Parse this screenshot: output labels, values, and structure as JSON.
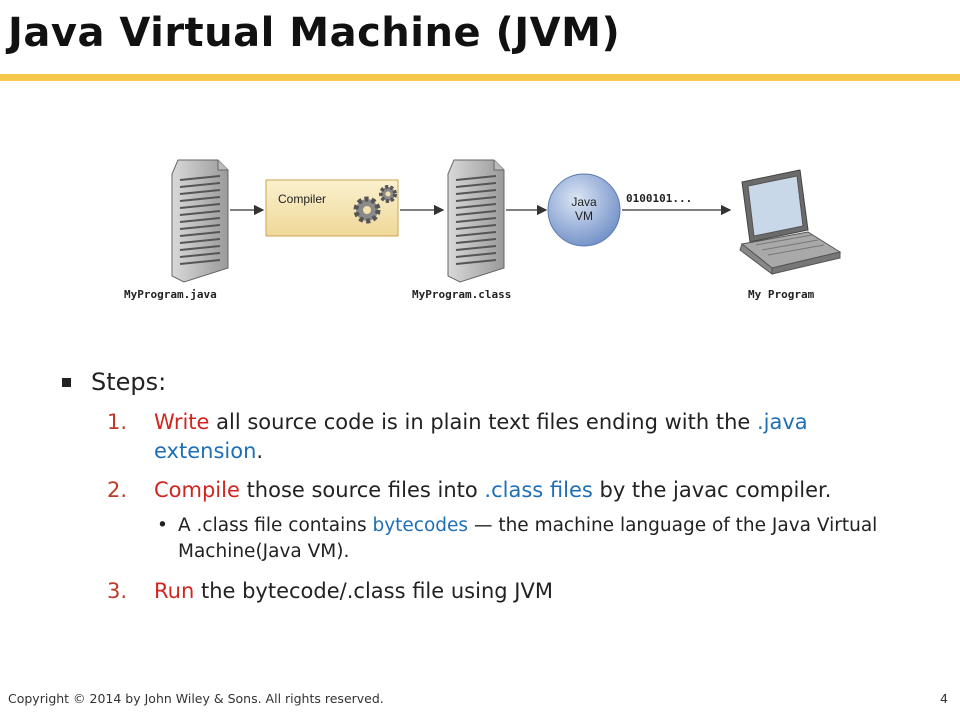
{
  "slide": {
    "title": "Java Virtual Machine (JVM)",
    "accent_color": "#f5c84a"
  },
  "diagram": {
    "source_label": "MyProgram.java",
    "compiler_label": "Compiler",
    "class_label": "MyProgram.class",
    "vm_label_line1": "Java",
    "vm_label_line2": "VM",
    "binary_text": "0100101...",
    "program_label": "My Program"
  },
  "steps": {
    "heading": "Steps:",
    "items": [
      {
        "number": "1.",
        "verb": "Write",
        "text_a": " all source code is in plain text files ending with the ",
        "highlight": ".java extension",
        "text_b": "."
      },
      {
        "number": "2.",
        "verb": "Compile",
        "text_a": " those source files into ",
        "highlight": ".class files",
        "text_b": " by the javac compiler."
      },
      {
        "number": "3.",
        "verb": "Run",
        "text_a": " the bytecode/.class file using JVM",
        "highlight": "",
        "text_b": ""
      }
    ],
    "sub_bullet": {
      "dot": "•",
      "text_a": "A .class file contains ",
      "highlight": "bytecodes",
      "text_b": " — the machine language of the Java Virtual Machine(Java VM)."
    }
  },
  "footer": {
    "copyright": "Copyright © 2014 by John Wiley & Sons.  All rights reserved.",
    "page_number": "4"
  },
  "colors": {
    "red_text": "#d0261f",
    "blue_text": "#1f6fb6",
    "jvm_circle": "#7f9fd0"
  }
}
